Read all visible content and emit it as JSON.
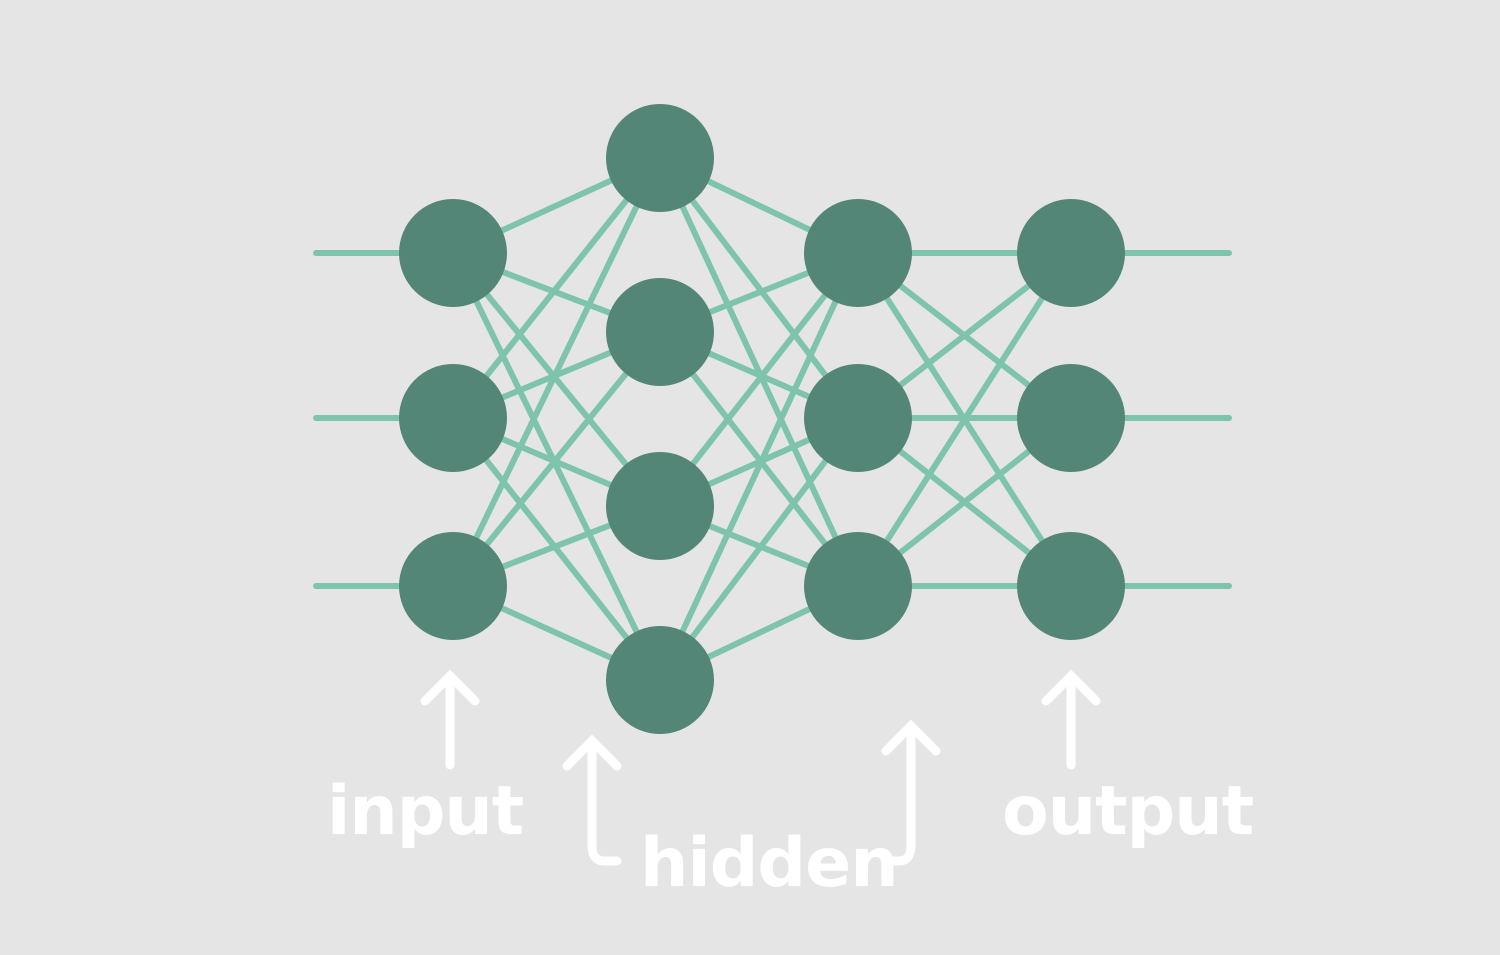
{
  "background": "#e5e5e5",
  "colors": {
    "node": "#538677",
    "edge": "#7ec4ad",
    "annotation": "#ffffff"
  },
  "layers": [
    {
      "name": "input",
      "node_count": 3
    },
    {
      "name": "hidden",
      "node_count": 4
    },
    {
      "name": "hidden",
      "node_count": 3
    },
    {
      "name": "output",
      "node_count": 3
    }
  ],
  "connectivity": "fully-connected",
  "labels": {
    "input": "input",
    "hidden": "hidden",
    "output": "output"
  }
}
